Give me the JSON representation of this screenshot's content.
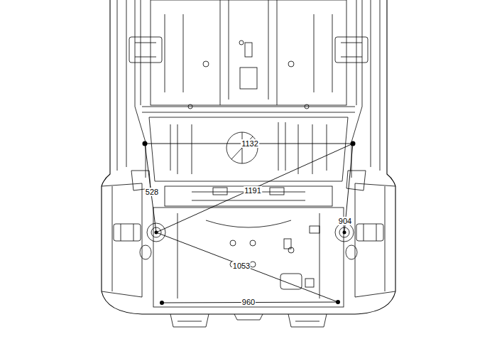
{
  "diagram": {
    "labels": [
      "1132",
      "1191",
      "528",
      "904",
      "1053",
      "960"
    ]
  }
}
